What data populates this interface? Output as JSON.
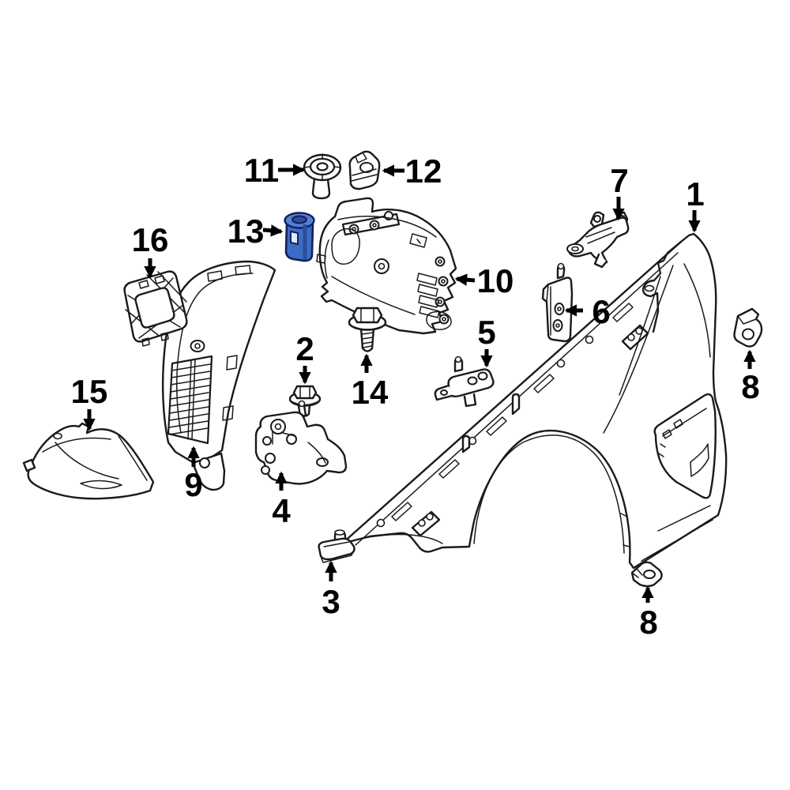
{
  "diagram": {
    "kind": "exploded-parts-diagram",
    "subject": "Front fender, wheel housing liners, brackets and fasteners",
    "background_color": "#ffffff",
    "line_color": "#1a1a1a",
    "arrow_color": "#000000",
    "highlight_color": "#3d6cc4",
    "highlighted_callout": "13",
    "callouts": [
      {
        "label": "11"
      },
      {
        "label": "12"
      },
      {
        "label": "13"
      },
      {
        "label": "16"
      },
      {
        "label": "10"
      },
      {
        "label": "7"
      },
      {
        "label": "1"
      },
      {
        "label": "6"
      },
      {
        "label": "5"
      },
      {
        "label": "8"
      },
      {
        "label": "2"
      },
      {
        "label": "14"
      },
      {
        "label": "15"
      },
      {
        "label": "9"
      },
      {
        "label": "4"
      },
      {
        "label": "3"
      },
      {
        "label": "8"
      }
    ]
  }
}
